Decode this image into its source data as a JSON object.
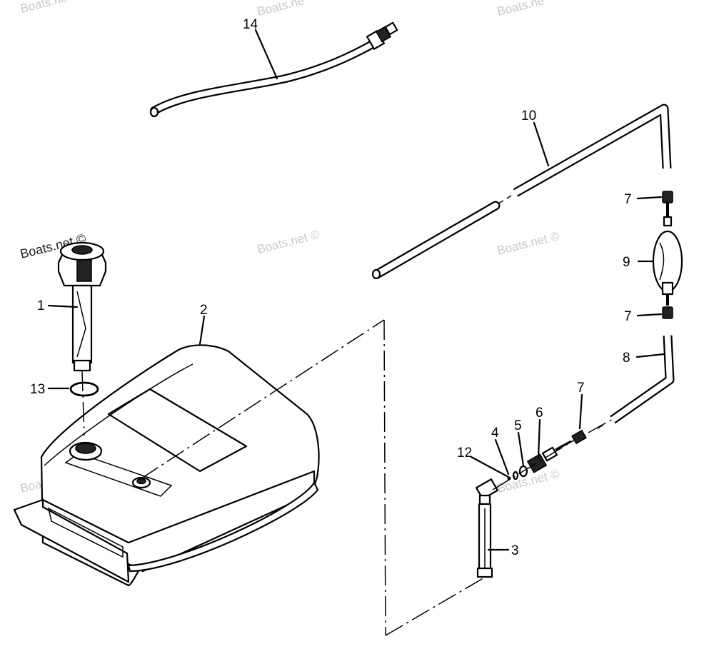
{
  "watermark": {
    "text": "Boats.net ©",
    "clipped_text": "Boats.ne",
    "overlay_text": "Boats.net ©"
  },
  "callouts": [
    {
      "id": "c1",
      "label": "1"
    },
    {
      "id": "c2",
      "label": "2"
    },
    {
      "id": "c3",
      "label": "3"
    },
    {
      "id": "c4",
      "label": "4"
    },
    {
      "id": "c5",
      "label": "5"
    },
    {
      "id": "c6",
      "label": "6"
    },
    {
      "id": "c7a",
      "label": "7"
    },
    {
      "id": "c7b",
      "label": "7"
    },
    {
      "id": "c7c",
      "label": "7"
    },
    {
      "id": "c8",
      "label": "8"
    },
    {
      "id": "c9",
      "label": "9"
    },
    {
      "id": "c10",
      "label": "10"
    },
    {
      "id": "c12",
      "label": "12"
    },
    {
      "id": "c13",
      "label": "13"
    },
    {
      "id": "c14",
      "label": "14"
    }
  ]
}
